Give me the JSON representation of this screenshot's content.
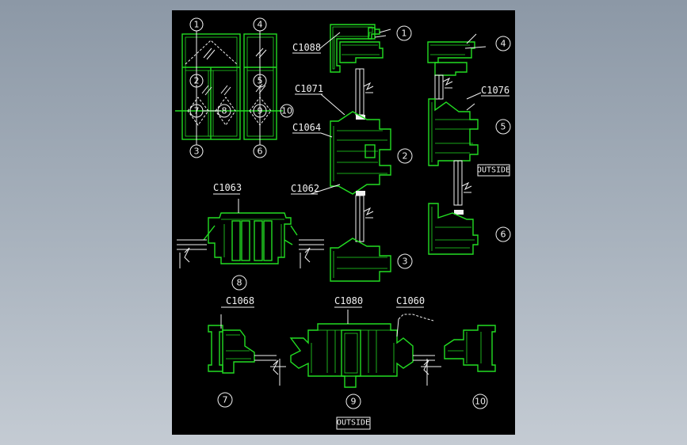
{
  "labels": {
    "c1088": "C1088",
    "c1071": "C1071",
    "c1064": "C1064",
    "c1062": "C1062",
    "c1076": "C1076",
    "c1063": "C1063",
    "c1068": "C1068",
    "c1080": "C1080",
    "c1060": "C1060"
  },
  "outside_labels": [
    "OUTSIDE",
    "OUTSIDE"
  ],
  "section_markers": [
    "1",
    "2",
    "3",
    "4",
    "5",
    "6",
    "7",
    "8",
    "9",
    "10"
  ],
  "colors": {
    "background": "#a9b3be",
    "sheet": "#000000",
    "profile": "#22dd22",
    "annotation": "#f2f2f2"
  }
}
